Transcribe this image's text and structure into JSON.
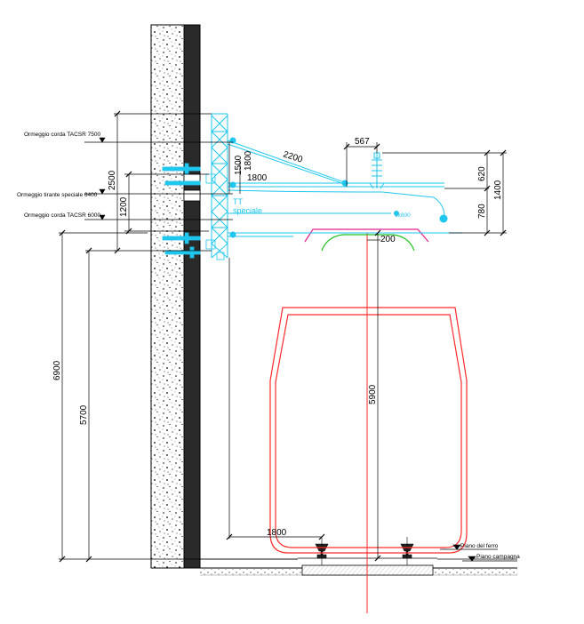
{
  "labels": {
    "wire_tacsr_7500": "Ormeggio corda TACSR 7500",
    "tie_special_6400": "Ormeggio tirante speciale 6400",
    "wire_tacsr_6000": "Ormeggio corda TACSR 6000",
    "tt_line1": "TT",
    "tt_line2": "speciale",
    "piano_ferro": "Piano del ferro",
    "piano_campagna": "Piano campagna",
    "wire_size": "1x800"
  },
  "dims": {
    "d2200": "2200",
    "d567": "567",
    "d620": "620",
    "d1400": "1400",
    "d780": "780",
    "d1500": "1500",
    "d1800_top": "1800",
    "d2500": "2500",
    "d1200": "1200",
    "d200": "200",
    "d6900": "6900",
    "d5700": "5700",
    "d5900": "5900",
    "d1800_bottom": "1800"
  },
  "colors": {
    "overhead_line": "#1fc6ee",
    "train_outline": "#ff2a2a",
    "pantograph_top": "#e0208c",
    "pantograph_bottom": "#20c020",
    "dimension": "#000000"
  }
}
